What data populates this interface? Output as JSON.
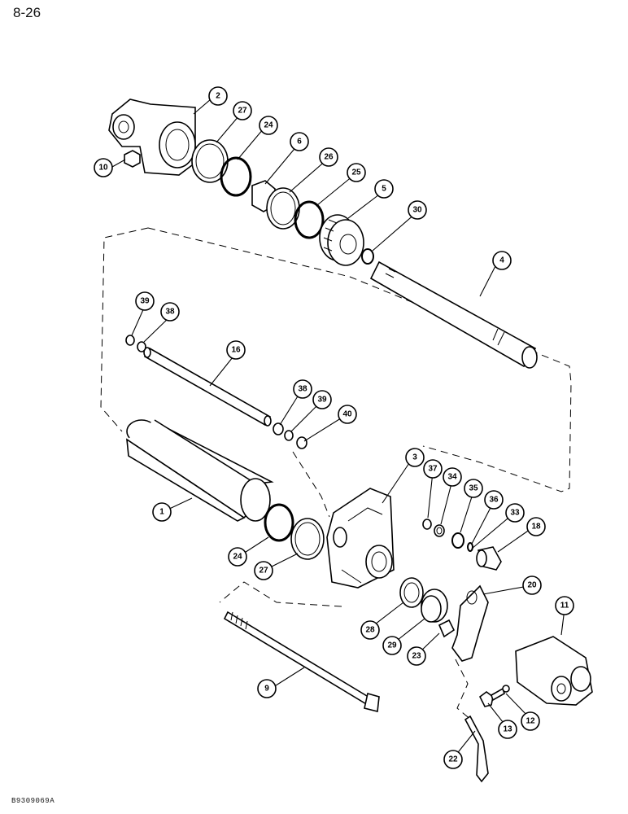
{
  "page_number": "8-26",
  "drawing_code": "B9309069A",
  "callouts": [
    "2",
    "27",
    "24",
    "6",
    "26",
    "25",
    "5",
    "30",
    "4",
    "10",
    "39",
    "38",
    "16",
    "38",
    "39",
    "40",
    "3",
    "37",
    "34",
    "35",
    "36",
    "33",
    "18",
    "1",
    "24",
    "27",
    "20",
    "11",
    "28",
    "29",
    "23",
    "9",
    "13",
    "12",
    "22"
  ]
}
